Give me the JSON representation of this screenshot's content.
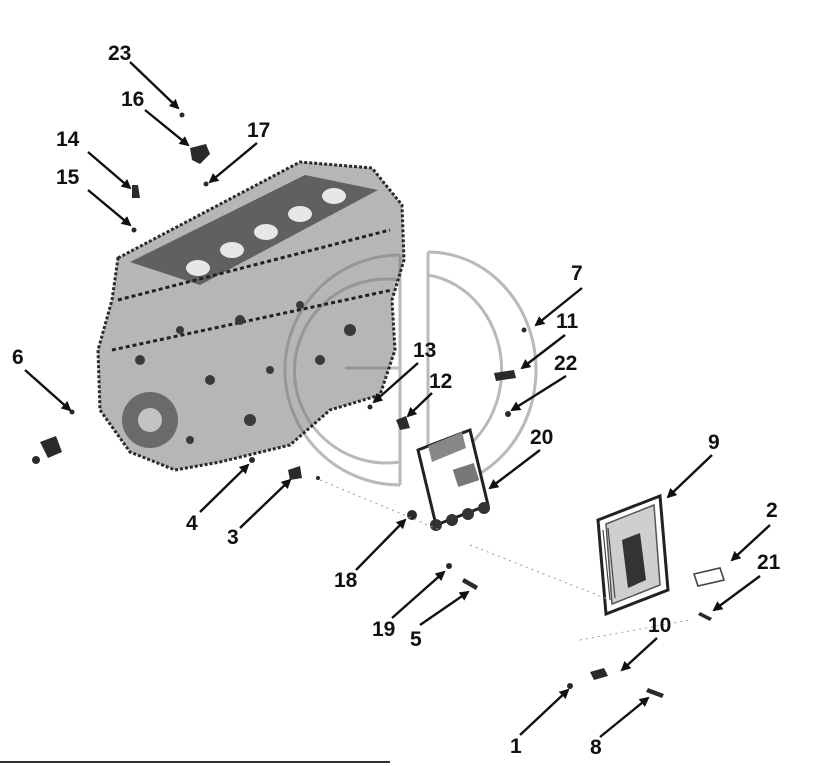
{
  "diagram": {
    "callouts": [
      {
        "id": "1",
        "label": "1"
      },
      {
        "id": "2",
        "label": "2"
      },
      {
        "id": "3",
        "label": "3"
      },
      {
        "id": "4",
        "label": "4"
      },
      {
        "id": "5",
        "label": "5"
      },
      {
        "id": "6",
        "label": "6"
      },
      {
        "id": "7",
        "label": "7"
      },
      {
        "id": "8",
        "label": "8"
      },
      {
        "id": "9",
        "label": "9"
      },
      {
        "id": "10",
        "label": "10"
      },
      {
        "id": "11",
        "label": "11"
      },
      {
        "id": "12",
        "label": "12"
      },
      {
        "id": "13",
        "label": "13"
      },
      {
        "id": "14",
        "label": "14"
      },
      {
        "id": "15",
        "label": "15"
      },
      {
        "id": "16",
        "label": "16"
      },
      {
        "id": "17",
        "label": "17"
      },
      {
        "id": "18",
        "label": "18"
      },
      {
        "id": "19",
        "label": "19"
      },
      {
        "id": "20",
        "label": "20"
      },
      {
        "id": "21",
        "label": "21"
      },
      {
        "id": "22",
        "label": "22"
      },
      {
        "id": "23",
        "label": "23"
      }
    ],
    "colors": {
      "ink": "#111111",
      "watermark": "#b9b9b9",
      "background": "#ffffff"
    },
    "icons": {
      "watermark": "gd-logo-icon"
    }
  }
}
